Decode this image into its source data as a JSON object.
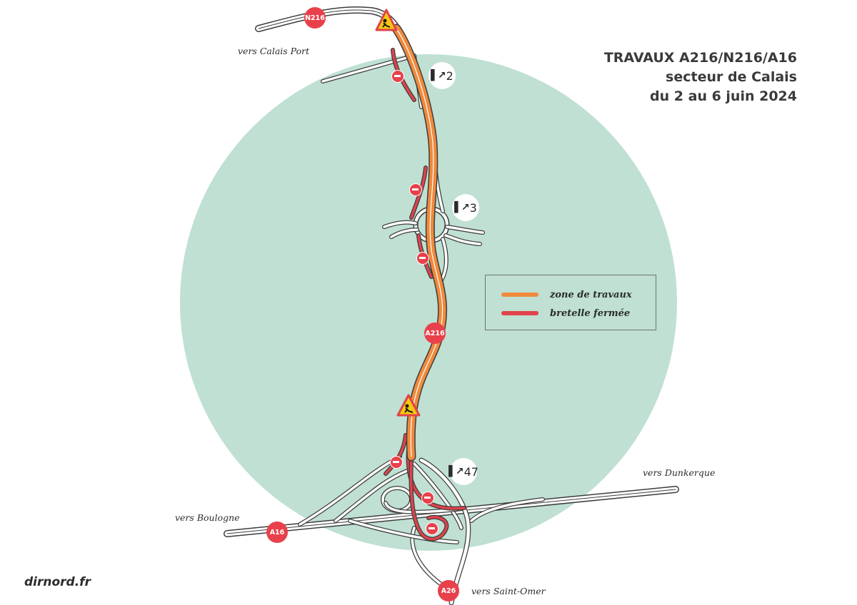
{
  "title": {
    "line1": "TRAVAUX A216/N216/A16",
    "line2": "secteur de Calais",
    "line3": "du 2 au 6 juin 2024"
  },
  "destinations": {
    "calais_port": "vers Calais Port",
    "dunkerque": "vers Dunkerque",
    "boulogne": "vers Boulogne",
    "saint_omer": "vers Saint-Omer"
  },
  "road_shields": {
    "n216": "N216",
    "a216": "A216",
    "a16": "A16",
    "a26": "A26"
  },
  "exits": {
    "exit_2": "2",
    "exit_3": "3",
    "exit_47": "47"
  },
  "legend": {
    "works_zone": {
      "label": "zone de travaux",
      "color": "#f08a3c"
    },
    "closed_ramp": {
      "label": "bretelle fermée",
      "color": "#e0434b"
    }
  },
  "colors": {
    "zone_circle": "#bfe0d2",
    "road_outline": "#3d3d3d",
    "shield_red": "#e8414b"
  },
  "icons": {
    "roadworks": "roadworks-warning-icon",
    "no_entry": "no-entry-icon",
    "exit": "exit-arrow-icon"
  },
  "footer": {
    "site": "dirnord.fr"
  }
}
